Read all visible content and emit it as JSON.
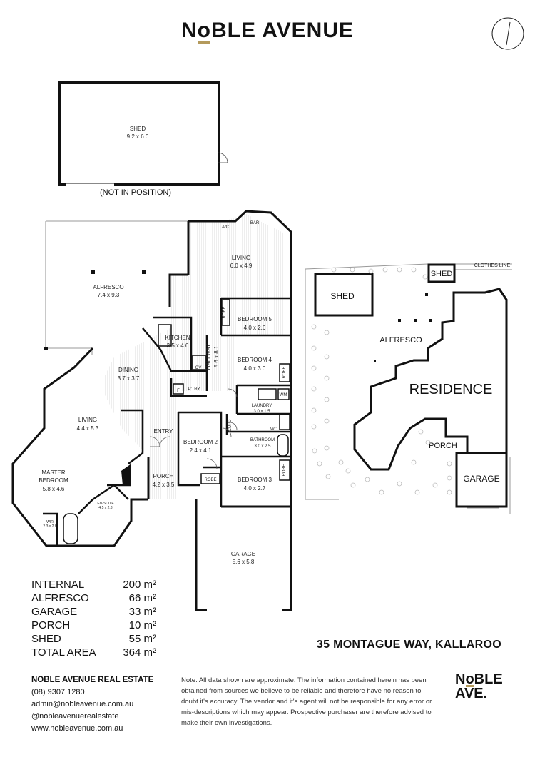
{
  "brand": {
    "name_prefix": "N",
    "name_o": "o",
    "name_rest": "BLE AVENUE"
  },
  "shed_plan": {
    "label": "SHED",
    "size": "9.2 x 6.0",
    "note": "(NOT IN POSITION)"
  },
  "rooms": {
    "alfresco": {
      "label": "ALFRESCO",
      "size": "7.4 x 9.3"
    },
    "living_top": {
      "label": "LIVING",
      "size": "6.0 x 4.9"
    },
    "bar": "BAR",
    "ac": "A/C",
    "bedroom5": {
      "label": "BEDROOM 5",
      "size": "4.0 x 2.6"
    },
    "kitchen": {
      "label": "KITCHEN",
      "size": "3.5 x 4.6"
    },
    "hallway": {
      "label": "HALLWAY",
      "size": "5.6 x 8.1"
    },
    "bedroom4": {
      "label": "BEDROOM 4",
      "size": "4.0 x 3.0"
    },
    "dining": {
      "label": "DINING",
      "size": "3.7 x 3.7"
    },
    "ov": "OV",
    "f": "F",
    "ptry": "P'TRY",
    "laundry": {
      "label": "LAUNDRY",
      "size": "3.0 x 1.5"
    },
    "wm": "WM",
    "living_left": {
      "label": "LIVING",
      "size": "4.4 x 5.3"
    },
    "cupd": "CUPD",
    "wc": "WC",
    "entry": "ENTRY",
    "bedroom2": {
      "label": "BEDROOM 2",
      "size": "2.4 x 4.1"
    },
    "bathroom": {
      "label": "BATHROOM",
      "size": "3.0 x 2.5"
    },
    "master": {
      "label": "MASTER",
      "label2": "BEDROOM",
      "size": "5.8 x 4.6"
    },
    "porch": {
      "label": "PORCH",
      "size": "4.2 x 3.5"
    },
    "robe": "ROBE",
    "bedroom3": {
      "label": "BEDROOM 3",
      "size": "4.0 x 2.7"
    },
    "ensuite": {
      "label": "EN-SUITE",
      "size": "4.5 x 2.8"
    },
    "wir": {
      "label": "WIR",
      "size": "2.3 x 2.8"
    },
    "garage": {
      "label": "GARAGE",
      "size": "5.6 x 5.8"
    }
  },
  "site": {
    "clothes_line": "CLOTHES LINE",
    "shed": "SHED",
    "shed_small": "SHED",
    "alfresco": "ALFRESCO",
    "residence": "RESIDENCE",
    "porch": "PORCH",
    "garage": "GARAGE"
  },
  "areas": [
    {
      "label": "INTERNAL",
      "value": "200 m²"
    },
    {
      "label": "ALFRESCO",
      "value": "66 m²"
    },
    {
      "label": "GARAGE",
      "value": "33 m²"
    },
    {
      "label": "PORCH",
      "value": "10 m²"
    },
    {
      "label": "SHED",
      "value": "55 m²"
    },
    {
      "label": "TOTAL AREA",
      "value": "364 m²"
    }
  ],
  "address": "35 MONTAGUE WAY, KALLAROO",
  "contact": {
    "company": "NOBLE AVENUE REAL ESTATE",
    "phone": "(08) 9307 1280",
    "email": "admin@nobleavenue.com.au",
    "social": "@nobleavenuerealestate",
    "web": "www.nobleavenue.com.au"
  },
  "note": "Note: All data shown are approximate. The information contained herein has been obtained from sources we believe to be reliable and therefore have no reason to doubt it's accuracy. The vendor and it's agent will not be responsible for any error or mis-descriptions which may appear. Prospective purchaser are therefore advised to make their own investigations.",
  "logo_small": {
    "line1_prefix": "N",
    "line1_o": "o",
    "line1_rest": "BLE",
    "line2": "AVE."
  },
  "icons": [
    "north-compass-icon"
  ]
}
